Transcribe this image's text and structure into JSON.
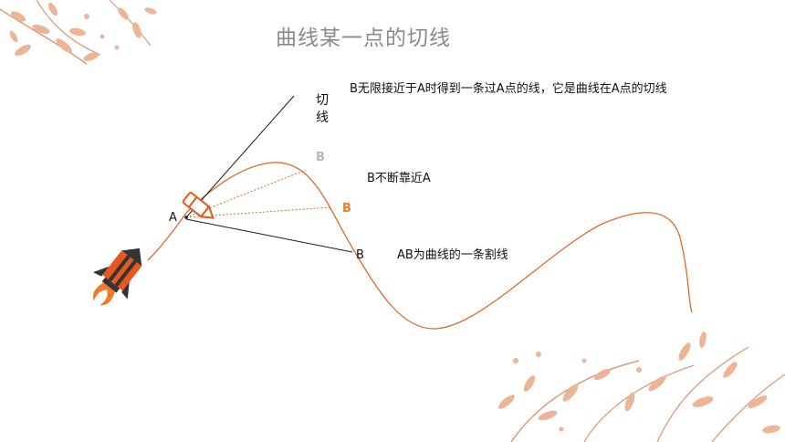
{
  "title": "曲线某一点的切线",
  "labels": {
    "tangent": "切线",
    "point_a": "A",
    "point_b_far": "B",
    "point_b_mid": "B",
    "point_b_near": "B"
  },
  "notes": {
    "tangent_def": "B无限接近于A时得到一条过A点的线，它是曲线在A点的切线",
    "approach": "B不断靠近A",
    "secant": "AB为曲线的一条割线"
  },
  "colors": {
    "curve": "#e06a2c",
    "accent": "#f07a2a",
    "line": "#1a1a1a",
    "faded": "#b7b7b7",
    "rocket": "#e8581c",
    "leaf": "#e9a27a"
  },
  "icons": [
    "rocket-icon",
    "pencil-icon",
    "floral-decoration-icon"
  ]
}
